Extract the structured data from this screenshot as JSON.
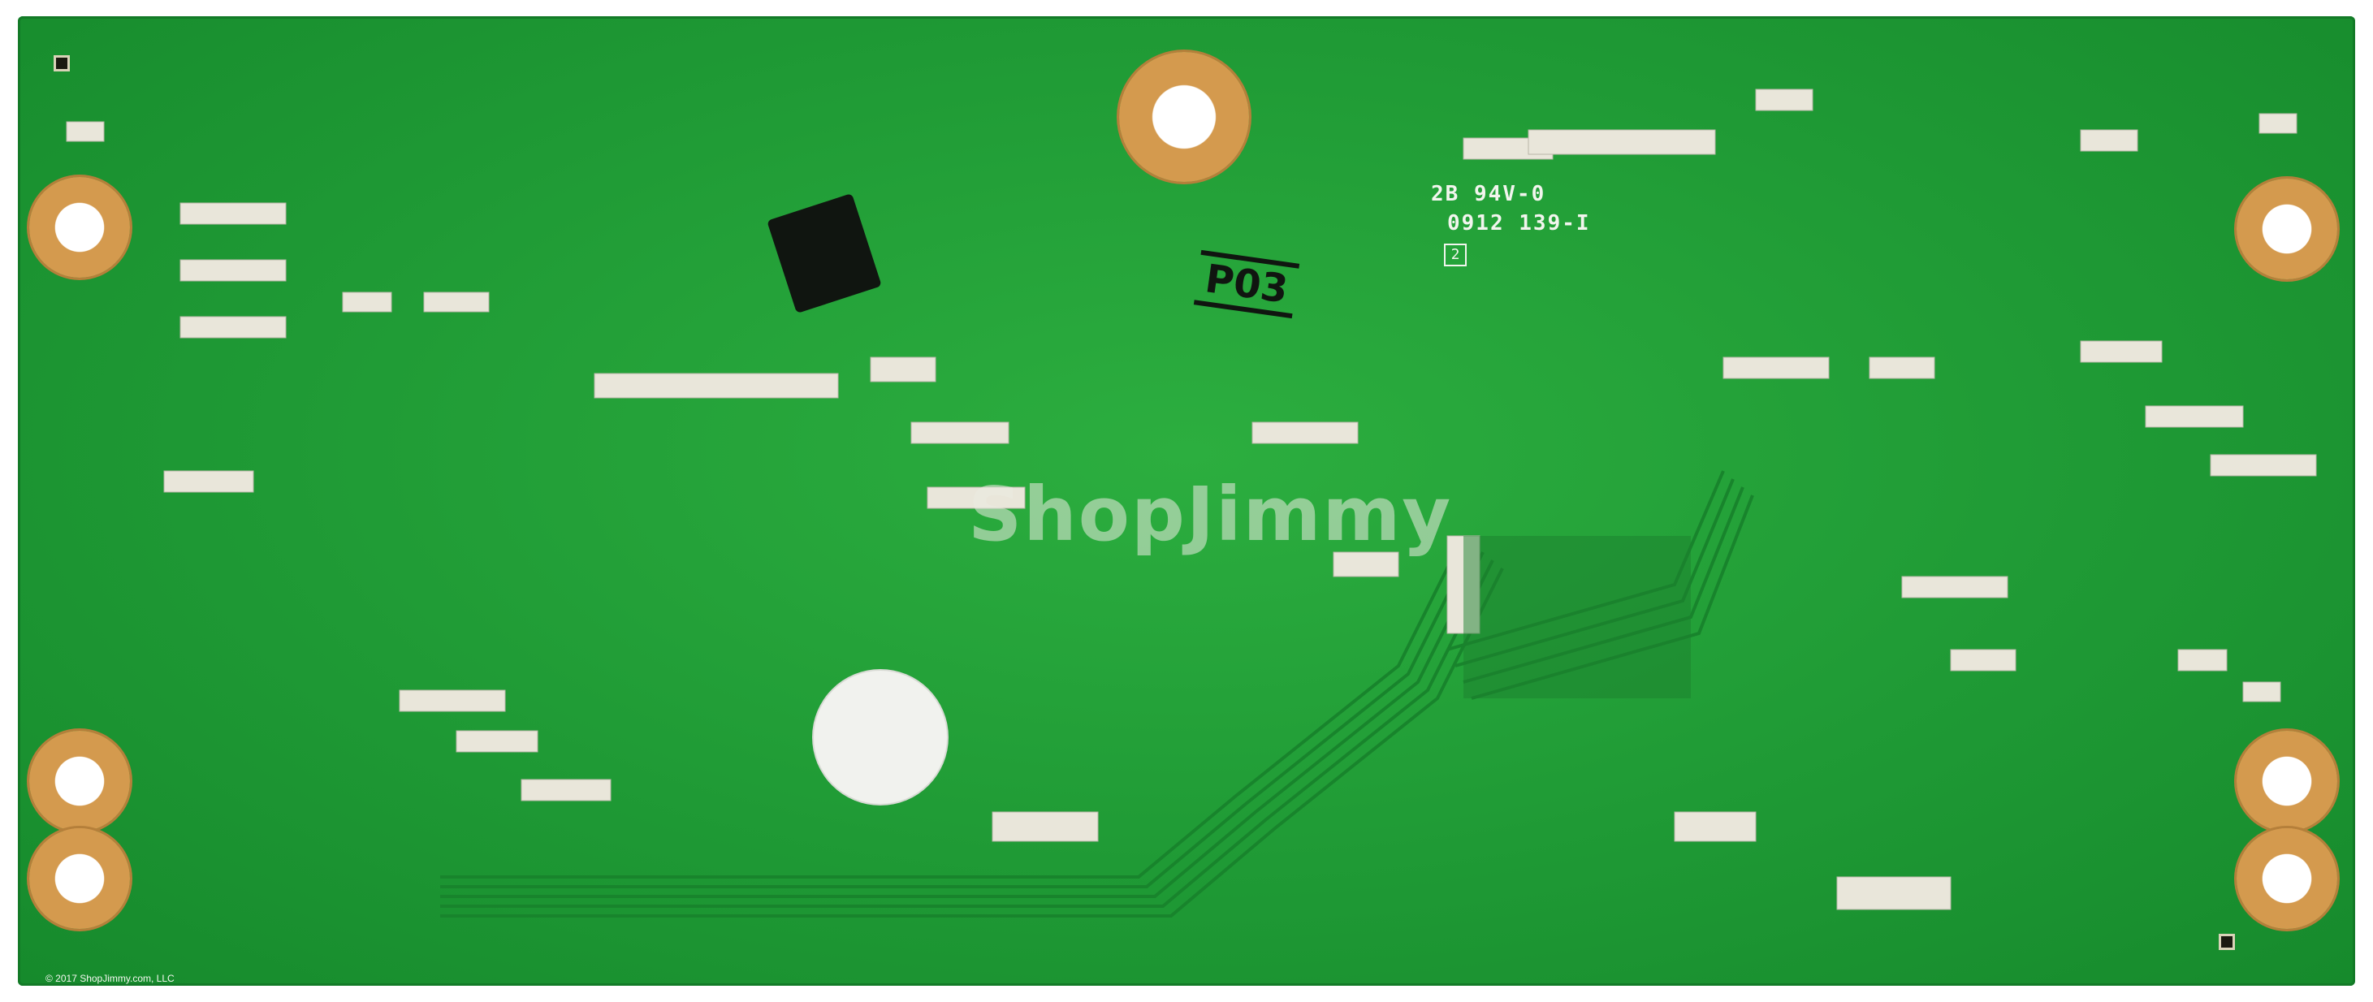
{
  "board": {
    "marking_line1": "2B 94V-0",
    "marking_line2": "0912 139-I",
    "box_number": "2",
    "stamp_text": "P03",
    "watermark": "ShopJimmy",
    "copyright": "© 2017 ShopJimmy.com, LLC",
    "colors": {
      "pcb": "#1f9a35",
      "copper_pad": "#d49a4e",
      "silkscreen": "#f2f5ee",
      "stamp": "#101510"
    }
  }
}
